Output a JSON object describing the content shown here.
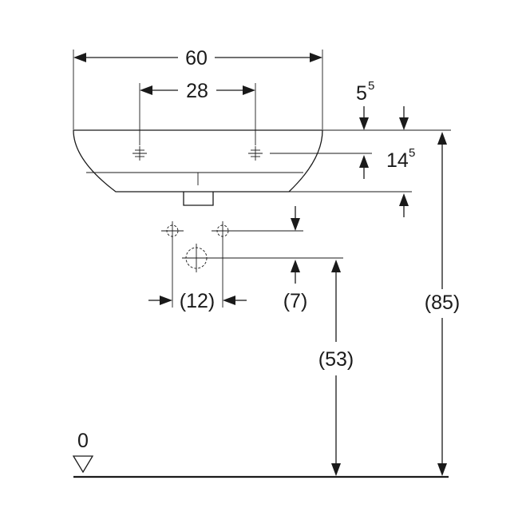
{
  "dimensions": {
    "width_total": "60",
    "tap_hole_spacing": "28",
    "rim_offset_main": "5",
    "rim_offset_sup": "5",
    "tap_hole_depth_main": "14",
    "tap_hole_depth_sup": "5",
    "supply_spacing": "(12)",
    "supply_drop": "(7)",
    "supply_height": "(53)",
    "rim_height": "(85)",
    "floor_level": "0"
  },
  "colors": {
    "line": "#1a1a1a",
    "background": "#ffffff"
  }
}
